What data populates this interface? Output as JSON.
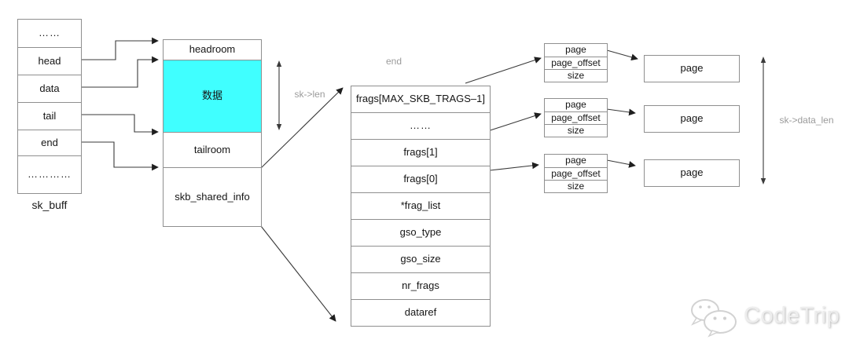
{
  "sk_buff": {
    "label": "sk_buff",
    "fields": [
      "……",
      "head",
      "data",
      "tail",
      "end",
      "…………"
    ]
  },
  "buffer": {
    "headroom": "headroom",
    "data": "数据",
    "tailroom": "tailroom",
    "shared_info": "skb_shared_info"
  },
  "labels": {
    "end_pointer": "end",
    "sk_len": "sk->len",
    "sk_data_len": "sk->data_len"
  },
  "shared_info_table": {
    "rows": [
      "frags[MAX_SKB_TRAGS–1]",
      "……",
      "frags[1]",
      "frags[0]",
      "*frag_list",
      "gso_type",
      "gso_size",
      "nr_frags",
      "dataref"
    ]
  },
  "frag_structs": [
    {
      "fields": [
        "page",
        "page_offset",
        "size"
      ]
    },
    {
      "fields": [
        "page",
        "page_offset",
        "size"
      ]
    },
    {
      "fields": [
        "page",
        "page_offset",
        "size"
      ]
    }
  ],
  "pages": [
    {
      "label": "page"
    },
    {
      "label": "page"
    },
    {
      "label": "page"
    }
  ],
  "watermark": {
    "text": "CodeTrip",
    "icon": "wechat-logo-icon"
  },
  "colors": {
    "data_highlight": "#40ffff",
    "box_border": "#8f8f8f",
    "arrow": "#2e2e2e",
    "muted_label": "#9b9b9b",
    "watermark": "#ededed"
  }
}
